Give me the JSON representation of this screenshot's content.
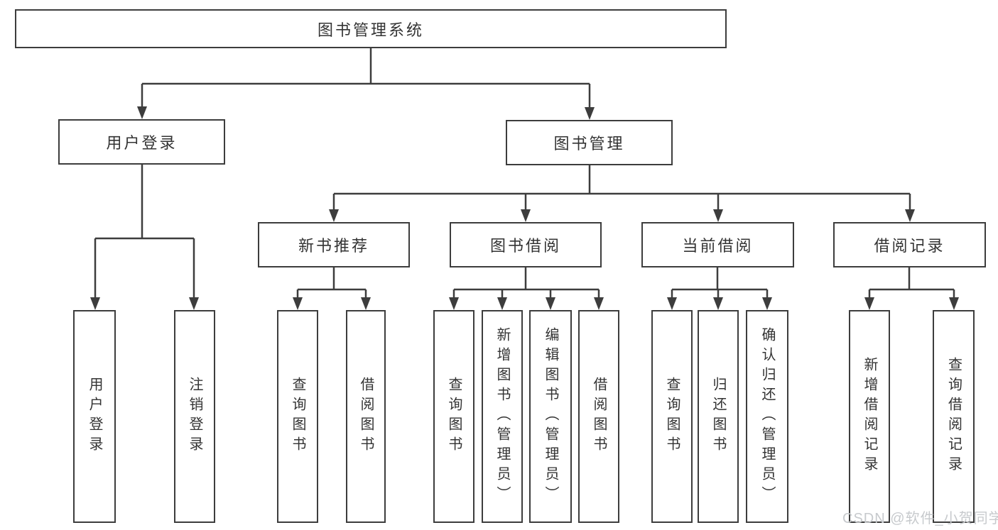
{
  "diagram": {
    "colors": {
      "line": "#3d3d3d",
      "box_border": "#3d3d3d",
      "text": "#333333",
      "watermark_text": "#c7cacd",
      "background": "#ffffff"
    },
    "tree": {
      "label": "图书管理系统",
      "children": [
        {
          "label": "用户登录",
          "children": [
            {
              "label": "用户登录"
            },
            {
              "label": "注销登录"
            }
          ]
        },
        {
          "label": "图书管理",
          "children": [
            {
              "label": "新书推荐",
              "children": [
                {
                  "label": "查询图书"
                },
                {
                  "label": "借阅图书"
                }
              ]
            },
            {
              "label": "图书借阅",
              "children": [
                {
                  "label": "查询图书"
                },
                {
                  "label": "新增图书（管理员）"
                },
                {
                  "label": "编辑图书（管理员）"
                },
                {
                  "label": "借阅图书"
                }
              ]
            },
            {
              "label": "当前借阅",
              "children": [
                {
                  "label": "查询图书"
                },
                {
                  "label": "归还图书"
                },
                {
                  "label": "确认归还（管理员）"
                }
              ]
            },
            {
              "label": "借阅记录",
              "children": [
                {
                  "label": "新增借阅记录"
                },
                {
                  "label": "查询借阅记录"
                }
              ]
            }
          ]
        }
      ]
    },
    "watermark": "CSDN @软件_小贺同学"
  }
}
